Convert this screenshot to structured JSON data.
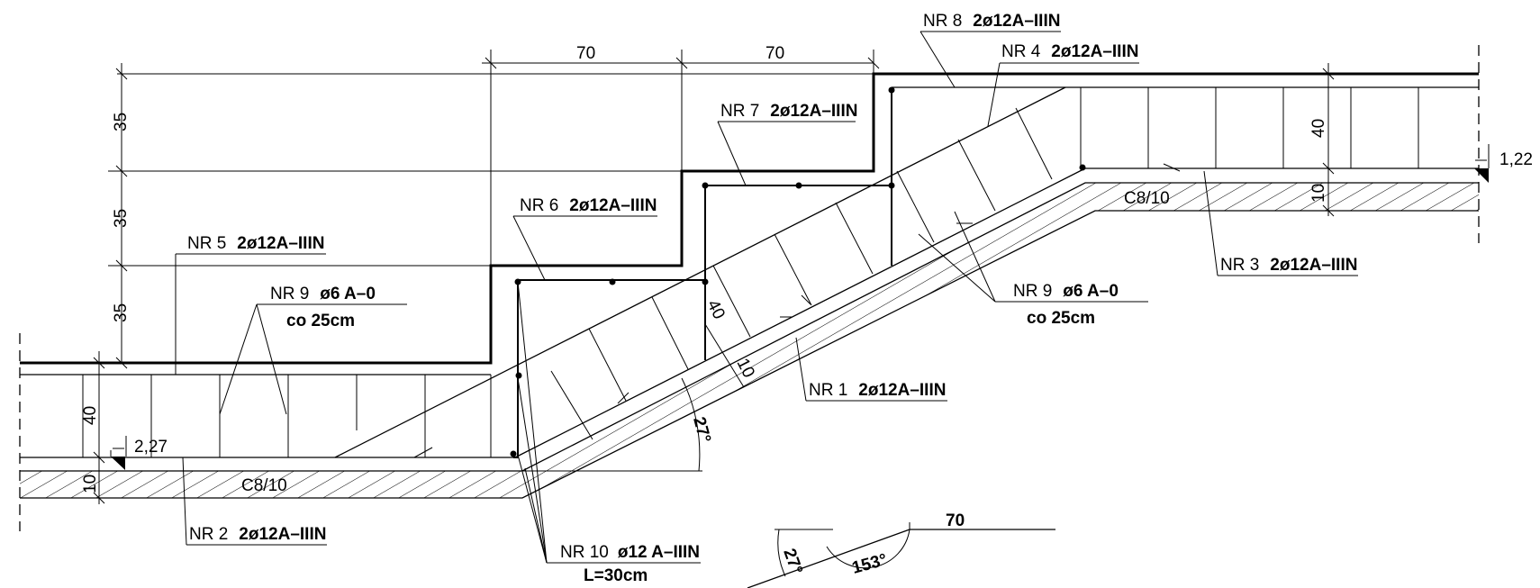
{
  "dims": {
    "d70a": "70",
    "d70b": "70",
    "d35a": "35",
    "d35b": "35",
    "d35c": "35",
    "d40left": "40",
    "d10left": "10",
    "d40right": "40",
    "d10right": "10",
    "d40slope": "40",
    "d10slope": "10",
    "angle27": "27°",
    "angle27small": "27°",
    "angle153": "153°",
    "d70small": "70"
  },
  "levels": {
    "left": "2,27",
    "right": "1,22"
  },
  "concrete": {
    "left": "C8/10",
    "right": "C8/10"
  },
  "labels": {
    "nr8": {
      "id": "NR 8",
      "spec": "2ø12A–IIIN"
    },
    "nr4": {
      "id": "NR 4",
      "spec": "2ø12A–IIIN"
    },
    "nr7": {
      "id": "NR 7",
      "spec": "2ø12A–IIIN"
    },
    "nr6": {
      "id": "NR 6",
      "spec": "2ø12A–IIIN"
    },
    "nr5": {
      "id": "NR 5",
      "spec": "2ø12A–IIIN"
    },
    "nr9a": {
      "id": "NR 9",
      "spec": "ø6   A–0",
      "note": "co  25cm"
    },
    "nr9b": {
      "id": "NR 9",
      "spec": "ø6   A–0",
      "note": "co  25cm"
    },
    "nr3": {
      "id": "NR 3",
      "spec": "2ø12A–IIIN"
    },
    "nr1": {
      "id": "NR 1",
      "spec": "2ø12A–IIIN"
    },
    "nr2": {
      "id": "NR 2",
      "spec": "2ø12A–IIIN"
    },
    "nr10": {
      "id": "NR 10",
      "spec": "ø12  A–IIIN",
      "note": "L=30cm"
    }
  }
}
